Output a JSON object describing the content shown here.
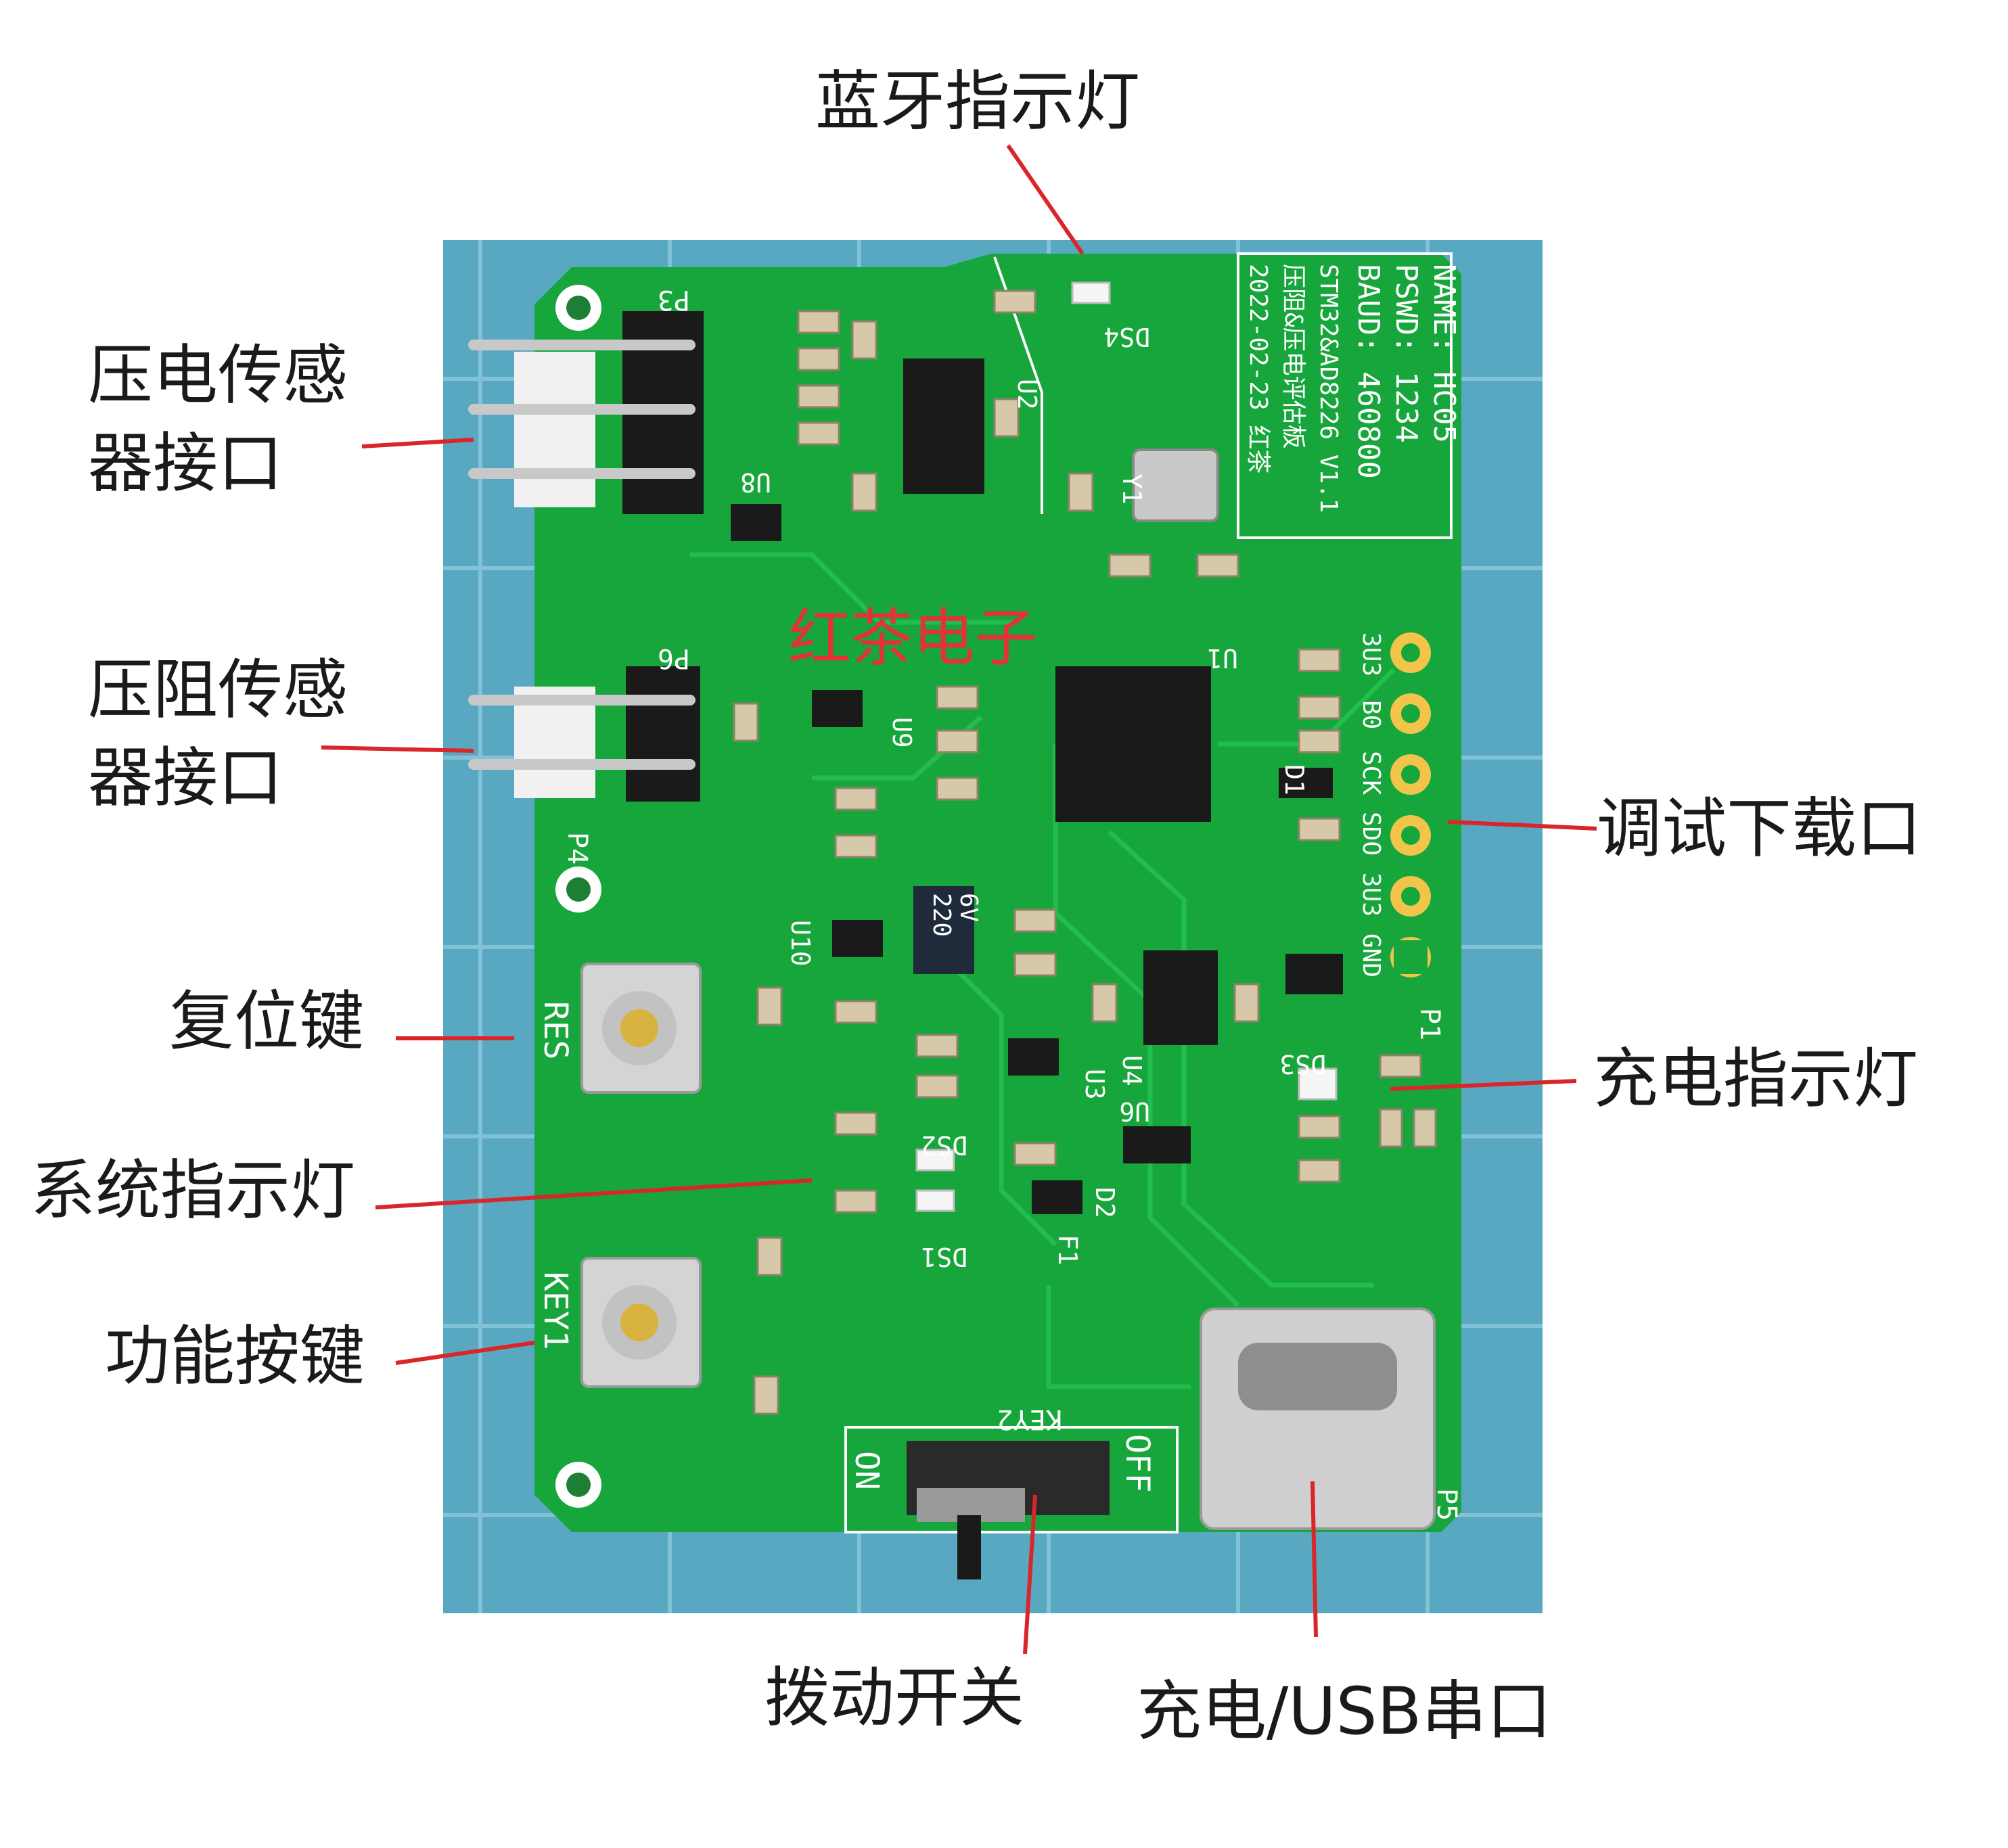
{
  "colors": {
    "background_mat": "#59a8c2",
    "pcb_green": "#17a63c",
    "pcb_trace": "#1dbb48",
    "silkscreen": "#ffffff",
    "leader_line": "#d9262b",
    "label_text": "#1a1a1a",
    "watermark": "#e0333a"
  },
  "callouts": {
    "bluetooth_led": "蓝牙指示灯",
    "piezo_sensor_line1": "压电传感",
    "piezo_sensor_line2": "器接口",
    "resistive_sensor_line1": "压阻传感",
    "resistive_sensor_line2": "器接口",
    "reset_key": "复位键",
    "system_led": "系统指示灯",
    "function_key": "功能按键",
    "debug_port": "调试下载口",
    "charge_led": "充电指示灯",
    "slide_switch": "拨动开关",
    "usb_port": "充电/USB串口"
  },
  "board": {
    "watermark": "红茶电子",
    "info_lines": [
      "NAME: HC05",
      "PSWD: 1234",
      "BAUD: 460800",
      "STM32&AD8226 V1.1",
      "压阻&压电评估板",
      "2022-02-23 红茶"
    ],
    "debug_pins": [
      "3U3",
      "B0",
      "SCK",
      "SDO",
      "3U3",
      "GND"
    ],
    "connector_labels": [
      "P3",
      "P4",
      "P5",
      "P6",
      "P1"
    ],
    "key_labels": [
      "RES",
      "KEY1",
      "KEY2"
    ],
    "switch_labels": [
      "ON",
      "OFF"
    ],
    "part_labels": [
      "U1",
      "U2",
      "U3",
      "U4",
      "U6",
      "U8",
      "U9",
      "U10",
      "Y1",
      "DS1",
      "DS2",
      "DS3",
      "DS4",
      "F1",
      "D1",
      "D2"
    ],
    "cap_text": [
      "220",
      "6V"
    ]
  }
}
